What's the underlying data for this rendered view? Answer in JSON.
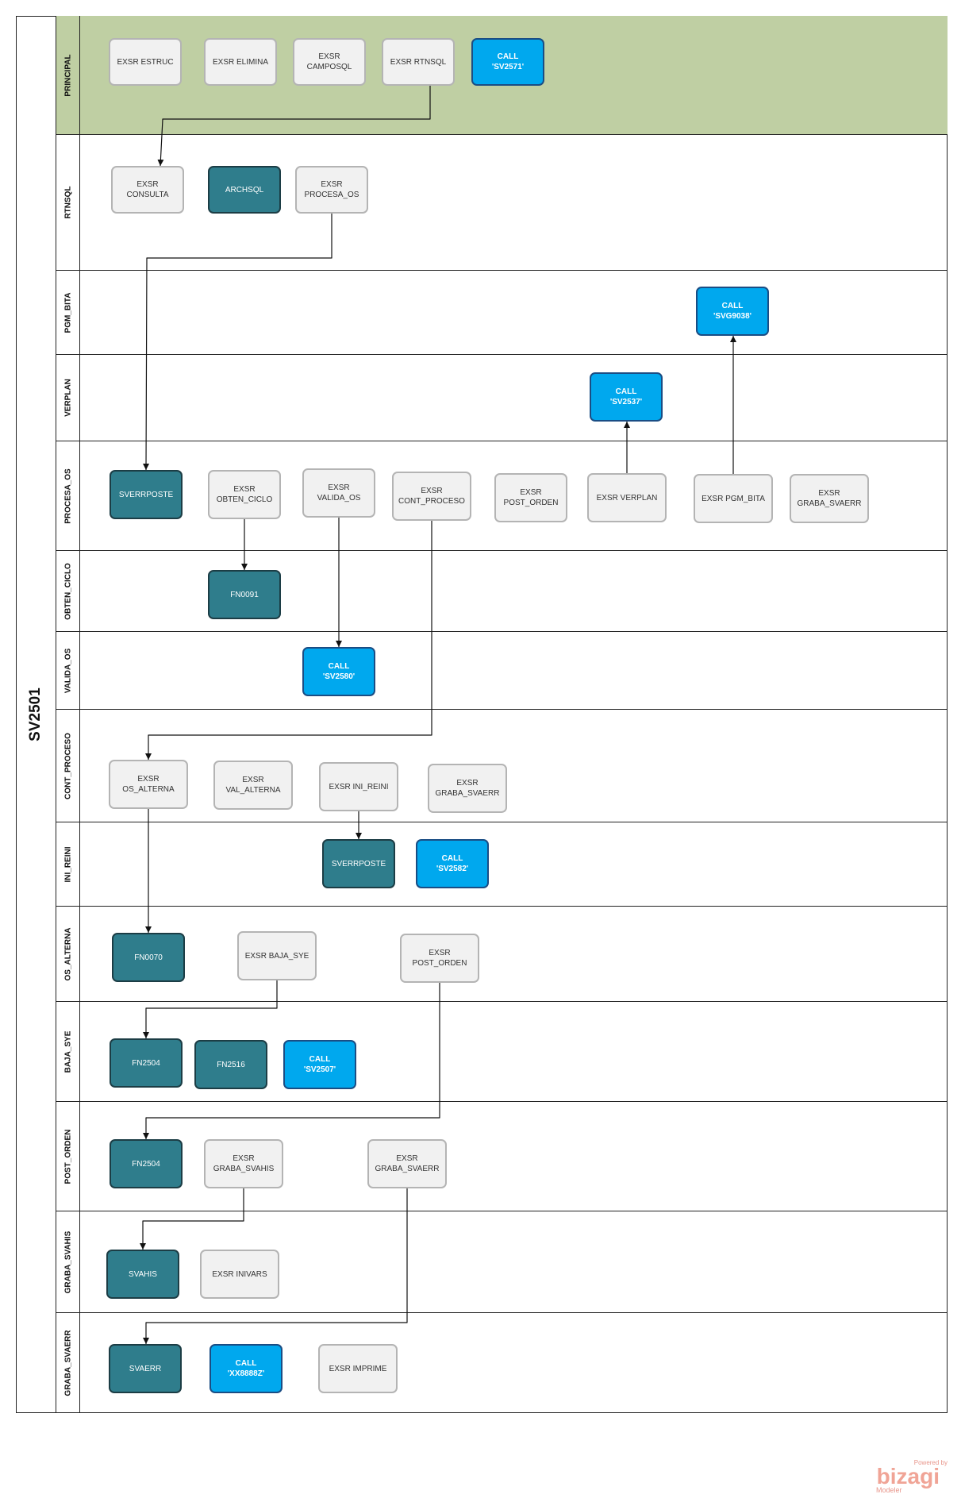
{
  "pool": {
    "title": "SV2501"
  },
  "lanes": [
    {
      "id": "principal",
      "label": "PRINCIPAL"
    },
    {
      "id": "rtnsql",
      "label": "RTNSQL"
    },
    {
      "id": "pgm_bita",
      "label": "PGM_BITA"
    },
    {
      "id": "verplan",
      "label": "VERPLAN"
    },
    {
      "id": "procesa_os",
      "label": "PROCESA_OS"
    },
    {
      "id": "obten_ciclo",
      "label": "OBTEN_CICLO"
    },
    {
      "id": "valida_os",
      "label": "VALIDA_OS"
    },
    {
      "id": "cont_proceso",
      "label": "CONT_PROCESO"
    },
    {
      "id": "ini_reini",
      "label": "INI_REINI"
    },
    {
      "id": "os_alterna",
      "label": "OS_ALTERNA"
    },
    {
      "id": "baja_sye",
      "label": "BAJA_SYE"
    },
    {
      "id": "post_orden",
      "label": "POST_ORDEN"
    },
    {
      "id": "graba_svahis",
      "label": "GRABA_SVAHIS"
    },
    {
      "id": "graba_svaerr",
      "label": "GRABA_SVAERR"
    }
  ],
  "tasks": [
    {
      "id": "exsr_estruc",
      "text": "EXSR ESTRUC",
      "style": "grey"
    },
    {
      "id": "exsr_elimina",
      "text": "EXSR ELIMINA",
      "style": "grey"
    },
    {
      "id": "exsr_camposql",
      "text": "EXSR\nCAMPOSQL",
      "style": "grey"
    },
    {
      "id": "exsr_rtnsql",
      "text": "EXSR RTNSQL",
      "style": "grey"
    },
    {
      "id": "call_sv2571",
      "text": "CALL\n'SV2571'",
      "style": "call"
    },
    {
      "id": "exsr_consulta",
      "text": "EXSR\nCONSULTA",
      "style": "grey"
    },
    {
      "id": "archsql",
      "text": "ARCHSQL",
      "style": "teal"
    },
    {
      "id": "exsr_procesa_os",
      "text": "EXSR\nPROCESA_OS",
      "style": "grey"
    },
    {
      "id": "call_svg9038",
      "text": "CALL\n'SVG9038'",
      "style": "call"
    },
    {
      "id": "call_sv2537",
      "text": "CALL\n'SV2537'",
      "style": "call"
    },
    {
      "id": "sverrposte_1",
      "text": "SVERRPOSTE",
      "style": "teal"
    },
    {
      "id": "exsr_obten_ciclo",
      "text": "EXSR\nOBTEN_CICLO",
      "style": "grey"
    },
    {
      "id": "exsr_valida_os",
      "text": "EXSR\nVALIDA_OS",
      "style": "grey"
    },
    {
      "id": "exsr_cont_proceso",
      "text": "EXSR\nCONT_PROCESO",
      "style": "grey"
    },
    {
      "id": "exsr_post_orden_1",
      "text": "EXSR\nPOST_ORDEN",
      "style": "grey"
    },
    {
      "id": "exsr_verplan",
      "text": "EXSR  VERPLAN",
      "style": "grey"
    },
    {
      "id": "exsr_pgm_bita",
      "text": "EXSR  PGM_BITA",
      "style": "grey"
    },
    {
      "id": "exsr_graba_svaerr_1",
      "text": "EXSR\nGRABA_SVAERR",
      "style": "grey"
    },
    {
      "id": "fn0091",
      "text": "FN0091",
      "style": "teal"
    },
    {
      "id": "call_sv2580",
      "text": "CALL\n'SV2580'",
      "style": "call"
    },
    {
      "id": "exsr_os_alterna",
      "text": "EXSR\nOS_ALTERNA",
      "style": "grey"
    },
    {
      "id": "exsr_val_alterna",
      "text": "EXSR\nVAL_ALTERNA",
      "style": "grey"
    },
    {
      "id": "exsr_ini_reini",
      "text": "EXSR  INI_REINI",
      "style": "grey"
    },
    {
      "id": "exsr_graba_svaerr_2",
      "text": "EXSR\nGRABA_SVAERR",
      "style": "grey"
    },
    {
      "id": "sverrposte_2",
      "text": "SVERRPOSTE",
      "style": "teal"
    },
    {
      "id": "call_sv2582",
      "text": "CALL\n'SV2582'",
      "style": "call"
    },
    {
      "id": "fn0070",
      "text": "FN0070",
      "style": "teal"
    },
    {
      "id": "exsr_baja_sye",
      "text": "EXSR  BAJA_SYE",
      "style": "grey"
    },
    {
      "id": "exsr_post_orden_2",
      "text": "EXSR\nPOST_ORDEN",
      "style": "grey"
    },
    {
      "id": "fn2504_1",
      "text": "FN2504",
      "style": "teal"
    },
    {
      "id": "fn2516",
      "text": "FN2516",
      "style": "teal"
    },
    {
      "id": "call_sv2507",
      "text": "CALL\n'SV2507'",
      "style": "call"
    },
    {
      "id": "fn2504_2",
      "text": "FN2504",
      "style": "teal"
    },
    {
      "id": "exsr_graba_svahis",
      "text": "EXSR\nGRABA_SVAHIS",
      "style": "grey"
    },
    {
      "id": "exsr_graba_svaerr_3",
      "text": "EXSR\nGRABA_SVAERR",
      "style": "grey"
    },
    {
      "id": "svahis",
      "text": "SVAHIS",
      "style": "teal"
    },
    {
      "id": "exsr_inivars",
      "text": "EXSR INIVARS",
      "style": "grey"
    },
    {
      "id": "svaerr",
      "text": "SVAERR",
      "style": "teal"
    },
    {
      "id": "call_xx8888z",
      "text": "CALL\n'XX8888Z'",
      "style": "call"
    },
    {
      "id": "exsr_imprime",
      "text": "EXSR IMPRIME",
      "style": "grey"
    }
  ],
  "connectors": [
    {
      "from": "exsr_rtnsql",
      "to": "exsr_consulta"
    },
    {
      "from": "exsr_procesa_os",
      "to": "sverrposte_1"
    },
    {
      "from": "exsr_obten_ciclo",
      "to": "fn0091"
    },
    {
      "from": "exsr_valida_os",
      "to": "call_sv2580"
    },
    {
      "from": "exsr_cont_proceso",
      "to": "exsr_os_alterna"
    },
    {
      "from": "exsr_verplan",
      "to": "call_sv2537"
    },
    {
      "from": "exsr_pgm_bita",
      "to": "call_svg9038"
    },
    {
      "from": "exsr_ini_reini",
      "to": "sverrposte_2"
    },
    {
      "from": "exsr_os_alterna",
      "to": "fn0070"
    },
    {
      "from": "exsr_baja_sye",
      "to": "fn2504_1"
    },
    {
      "from": "exsr_post_orden_2",
      "to": "fn2504_2"
    },
    {
      "from": "exsr_graba_svahis",
      "to": "svahis"
    },
    {
      "from": "exsr_graba_svaerr_3",
      "to": "svaerr"
    }
  ],
  "branding": {
    "powered": "Powered by",
    "name": "bizagi",
    "product": "Modeler"
  }
}
